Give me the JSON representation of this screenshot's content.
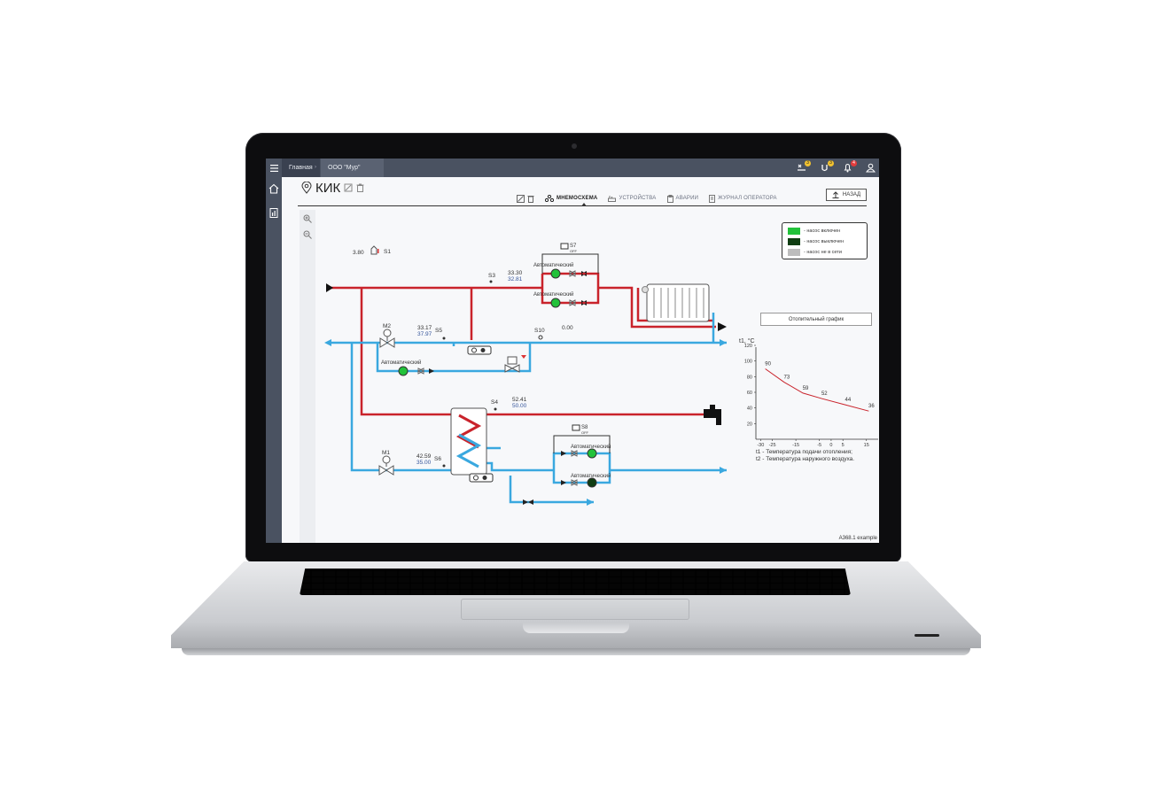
{
  "breadcrumbs": [
    "Главная",
    "ООО \"Мур\""
  ],
  "notifications": {
    "tasks": "3",
    "alerts": "3",
    "bell": "4"
  },
  "page": {
    "title": "КИК"
  },
  "tabs": [
    {
      "label": "МНЕМОСХЕМА",
      "icon": "scheme-icon",
      "active": true
    },
    {
      "label": "УСТРОЙСТВА",
      "icon": "devices-icon",
      "active": false
    },
    {
      "label": "АВАРИИ",
      "icon": "alarms-icon",
      "active": false
    },
    {
      "label": "ЖУРНАЛ ОПЕРАТОРА",
      "icon": "journal-icon",
      "active": false
    }
  ],
  "back_button": "НАЗАД",
  "legend": [
    {
      "label": "- насос включен",
      "color": "#22c23a"
    },
    {
      "label": "- насос выключен",
      "color": "#0f3d12"
    },
    {
      "label": "- насос не в сети",
      "color": "#bdbdbd"
    }
  ],
  "heating_button": "Отопительный график",
  "scheme": {
    "outdoor_temp": "3.80",
    "s1": "S1",
    "s3": "S3",
    "s3_t1": "33.30",
    "s3_t2": "32.81",
    "s7": "S7",
    "s5": "S5",
    "s5_t1": "33.17",
    "s5_t2": "37.97",
    "m2": "M2",
    "s10": "S10",
    "s10_val": "0.00",
    "s4": "S4",
    "s4_t1": "52.41",
    "s4_t2": "50.00",
    "s8": "S8",
    "m1": "M1",
    "s6": "S6",
    "s6_t1": "42.59",
    "s6_t2": "35.00",
    "auto": "Автоматический",
    "off_badge": "OFF"
  },
  "chart_data": {
    "type": "line",
    "ylabel": "t1, °C",
    "x": [
      -25,
      -15,
      -5,
      5,
      15
    ],
    "values_labels": [
      90,
      73,
      59,
      52,
      44,
      36
    ],
    "series": [
      {
        "values": [
          90,
          73,
          59,
          52,
          44,
          36
        ],
        "x": [
          -28,
          -20,
          -12,
          -4,
          6,
          16
        ]
      }
    ],
    "xticks": [
      "-30",
      "-25",
      "-15",
      "-5",
      "0",
      "5",
      "15"
    ],
    "yticks": [
      "120",
      "100",
      "80",
      "60",
      "40",
      "20"
    ],
    "ylim": [
      0,
      120
    ],
    "notes": [
      "t1 - Температура подачи отопления;",
      "t2 - Температура наружного воздуха."
    ]
  },
  "footer": "А368.1 example"
}
